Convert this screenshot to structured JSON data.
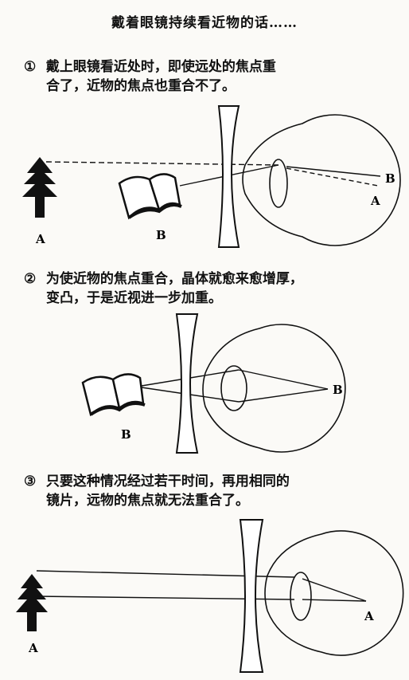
{
  "title": "戴着眼镜持续看近物的话……",
  "sections": [
    {
      "marker": "①",
      "line1": "戴上眼镜看近处时，即使远处的焦点重",
      "line2": "合了，近物的焦点也重合不了。"
    },
    {
      "marker": "②",
      "line1": "为使近物的焦点重合，晶体就愈来愈增厚，",
      "line2": "变凸，于是近视进一步加重。"
    },
    {
      "marker": "③",
      "line1": "只要这种情况经过若干时间，再用相同的",
      "line2": "镜片，远物的焦点就无法重合了。"
    }
  ],
  "labels": {
    "far_object": "A",
    "near_object": "B"
  }
}
